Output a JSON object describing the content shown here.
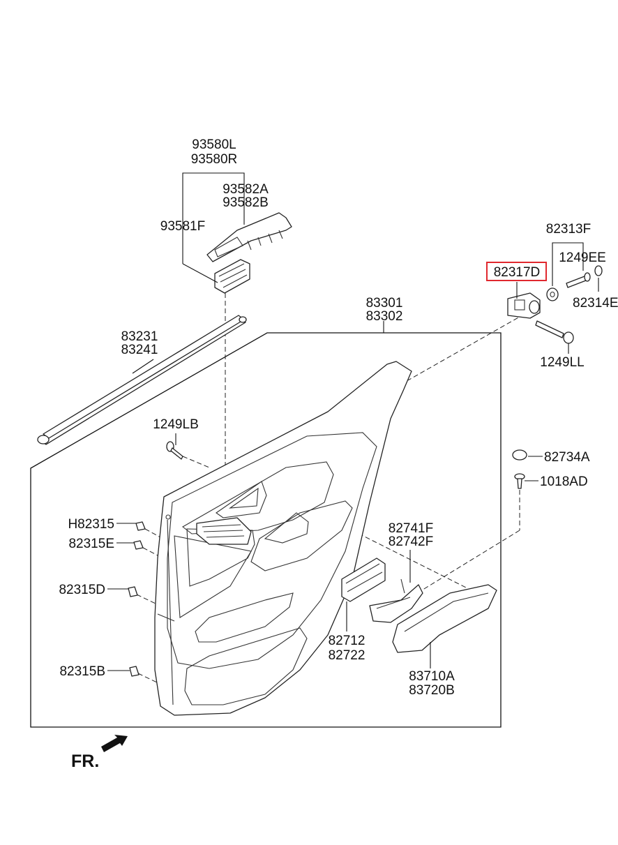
{
  "labels": {
    "p93580": [
      "93580L",
      "93580R"
    ],
    "p93582": [
      "93582A",
      "93582B"
    ],
    "p93581F": "93581F",
    "p83301": [
      "83301",
      "83302"
    ],
    "p83231": [
      "83231",
      "83241"
    ],
    "p82313F": "82313F",
    "p1249EE": "1249EE",
    "p82317D": "82317D",
    "p82314": "82314E",
    "p1249LL": "1249LL",
    "p1249LB": "1249LB",
    "p82734A": "82734A",
    "p1018AD": "1018AD",
    "pH82315": "H82315",
    "p82315E": "82315E",
    "p82741": [
      "82741F",
      "82742F"
    ],
    "p82315D": "82315D",
    "p82712": [
      "82712",
      "82722"
    ],
    "p82315B": "82315B",
    "p83710": [
      "83710A",
      "83720B"
    ],
    "front": "FR."
  },
  "highlight": {
    "part": "82317D",
    "color": "#e0282e"
  }
}
